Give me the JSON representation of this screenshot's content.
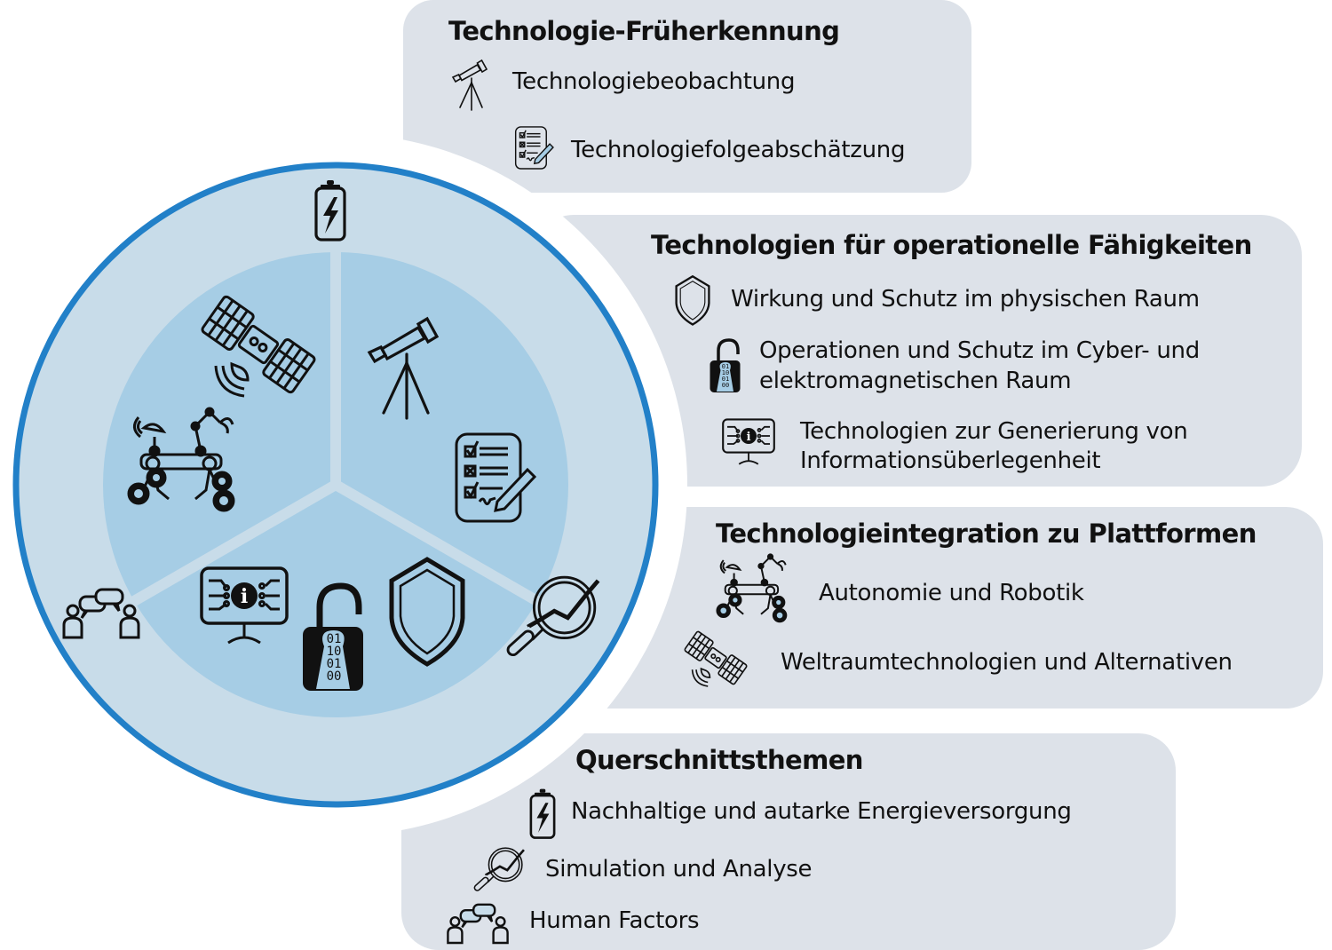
{
  "colors": {
    "panel_bg": "#dde2e9",
    "ring_stroke": "#2280c8",
    "outer_disk": "#c8dce9",
    "inner_disk": "#a6cde5",
    "divider": "#c8dce9",
    "icon": "#111111"
  },
  "wheel": {
    "outer_icons": [
      "battery-icon",
      "magnifier-chart-icon",
      "people-chat-icon"
    ],
    "sectors": [
      {
        "name": "technologie-fruherkennung",
        "icons": [
          "telescope-icon",
          "checklist-icon"
        ]
      },
      {
        "name": "operationelle-fahigkeiten",
        "icons": [
          "shield-icon",
          "binary-lock-icon",
          "info-monitor-icon"
        ]
      },
      {
        "name": "plattformen",
        "icons": [
          "rover-icon",
          "satellite-icon"
        ]
      }
    ]
  },
  "panels": [
    {
      "title": "Technologie-Früherkennung",
      "items": [
        {
          "icon": "telescope-icon",
          "label": "Technologiebeobachtung"
        },
        {
          "icon": "checklist-icon",
          "label": "Technologiefolgeabschätzung"
        }
      ]
    },
    {
      "title": "Technologien für operationelle Fähigkeiten",
      "items": [
        {
          "icon": "shield-icon",
          "label": "Wirkung und Schutz im physischen Raum"
        },
        {
          "icon": "binary-lock-icon",
          "label_line1": "Operationen und Schutz im Cyber- und",
          "label_line2": "elektromagnetischen Raum"
        },
        {
          "icon": "info-monitor-icon",
          "label_line1": "Technologien zur Generierung von",
          "label_line2": "Informationsüberlegenheit"
        }
      ]
    },
    {
      "title": "Technologieintegration zu Plattformen",
      "items": [
        {
          "icon": "rover-icon",
          "label": "Autonomie und Robotik"
        },
        {
          "icon": "satellite-icon",
          "label": "Weltraumtechnologien und Alternativen"
        }
      ]
    },
    {
      "title": "Querschnittsthemen",
      "items": [
        {
          "icon": "battery-icon",
          "label": "Nachhaltige und autarke Energieversorgung"
        },
        {
          "icon": "magnifier-chart-icon",
          "label": "Simulation und Analyse"
        },
        {
          "icon": "people-chat-icon",
          "label": "Human Factors"
        }
      ]
    }
  ]
}
